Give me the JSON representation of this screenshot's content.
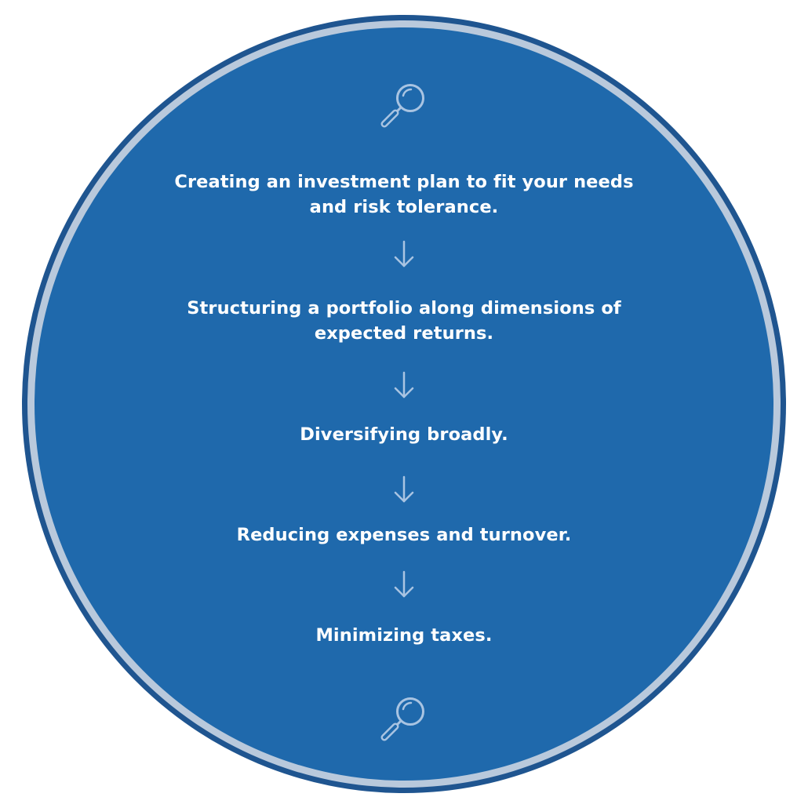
{
  "colors": {
    "outer_ring": "#1f5590",
    "pale_ring": "#b9c9dc",
    "disc": "#1f69ac",
    "text": "#ffffff",
    "glyph": "#a9c4e2"
  },
  "icons": {
    "top": "magnifying-glass-icon",
    "bottom": "magnifying-glass-icon",
    "connector": "arrow-down-icon"
  },
  "steps": [
    {
      "text": "Creating an investment plan to fit your needs and risk tolerance."
    },
    {
      "text": "Structuring a portfolio along dimensions of expected returns."
    },
    {
      "text": "Diversifying broadly."
    },
    {
      "text": "Reducing expenses and turnover."
    },
    {
      "text": "Minimizing taxes."
    }
  ]
}
